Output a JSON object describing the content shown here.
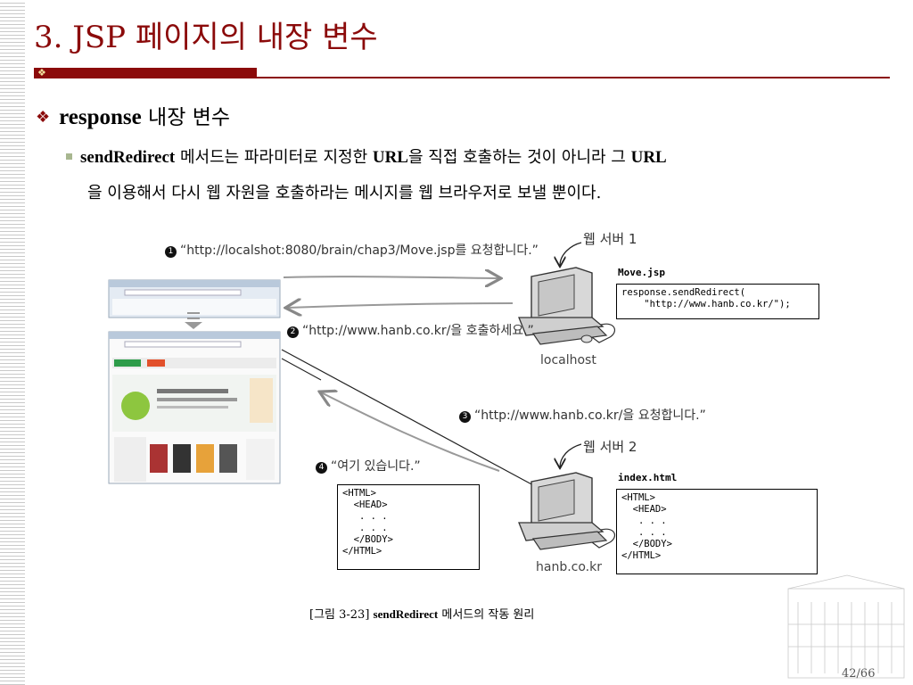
{
  "slide": {
    "title": "3. JSP 페이지의 내장 변수",
    "heading_bold": "response",
    "heading_rest": " 내장 변수",
    "bullet_line1_bold_a": "sendRedirect",
    "bullet_line1_text_a": " 메서드는 파라미터로 지정한 ",
    "bullet_line1_bold_b": "URL",
    "bullet_line1_text_b": "을 직접 호출하는 것이 아니라 그 ",
    "bullet_line1_bold_c": "URL",
    "bullet_line2": "을 이용해서 다시 웹 자원을 호출하라는 메시지를 웹 브라우저로 보낼 뿐이다.",
    "page_number": "42/66"
  },
  "diagram": {
    "step1_num": "1",
    "step1_text": "“http://localshot:8080/brain/chap3/Move.jsp를 요청합니다.”",
    "step2_num": "2",
    "step2_text": "“http://www.hanb.co.kr/을 호출하세요.”",
    "step3_num": "3",
    "step3_text": "“http://www.hanb.co.kr/을 요청합니다.”",
    "step4_num": "4",
    "step4_text": "“여기 있습니다.”",
    "server1_label": "웹 서버 1",
    "server2_label": "웹 서버 2",
    "host1": "localhost",
    "host2": "hanb.co.kr",
    "move_label": "Move.jsp",
    "move_code": "response.sendRedirect(\n    \"http://www.hanb.co.kr/\");",
    "index_label": "index.html",
    "index_code": "<HTML>\n  <HEAD>\n   . . .\n   . . .\n  </BODY>\n</HTML>",
    "client_code": "<HTML>\n  <HEAD>\n   . . .\n   . . .\n  </BODY>\n</HTML>",
    "caption_prefix": "[그림 3-23] ",
    "caption_bold": "sendRedirect",
    "caption_rest": " 메서드의 작동 원리"
  }
}
